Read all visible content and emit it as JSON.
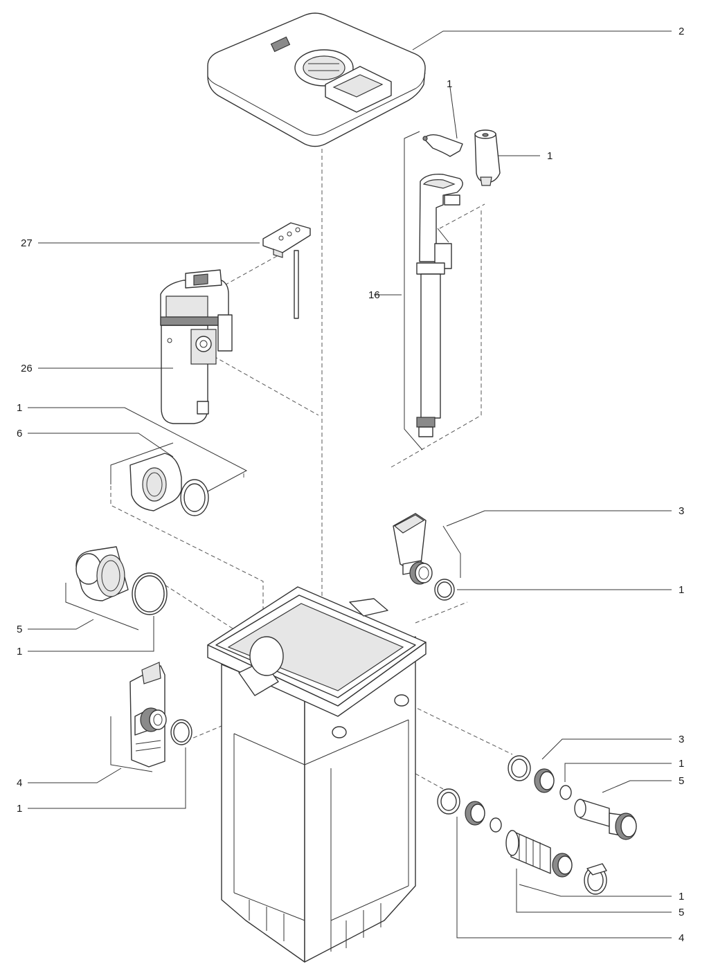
{
  "colors": {
    "stroke": "#333333",
    "shade": "#e6e6e6",
    "dark": "#8a8a8a"
  },
  "callouts": [
    {
      "id": "lid",
      "label": "2"
    },
    {
      "id": "clip-top",
      "label": "1"
    },
    {
      "id": "sensor-top",
      "label": "1"
    },
    {
      "id": "switch-plate",
      "label": "27"
    },
    {
      "id": "pump-tube",
      "label": "16"
    },
    {
      "id": "pump-unit",
      "label": "26"
    },
    {
      "id": "oring-a",
      "label": "1"
    },
    {
      "id": "flange-a",
      "label": "6"
    },
    {
      "id": "outlet-right",
      "label": "3"
    },
    {
      "id": "oring-right",
      "label": "1"
    },
    {
      "id": "nozzle-left",
      "label": "5"
    },
    {
      "id": "oring-left",
      "label": "1"
    },
    {
      "id": "valve-left",
      "label": "4"
    },
    {
      "id": "oring-valve",
      "label": "1"
    },
    {
      "id": "hose-upper-3",
      "label": "3"
    },
    {
      "id": "hose-upper-1",
      "label": "1"
    },
    {
      "id": "hose-upper-5",
      "label": "5"
    },
    {
      "id": "hose-lower-1",
      "label": "1"
    },
    {
      "id": "hose-lower-5",
      "label": "5"
    },
    {
      "id": "hose-lower-4",
      "label": "4"
    }
  ]
}
